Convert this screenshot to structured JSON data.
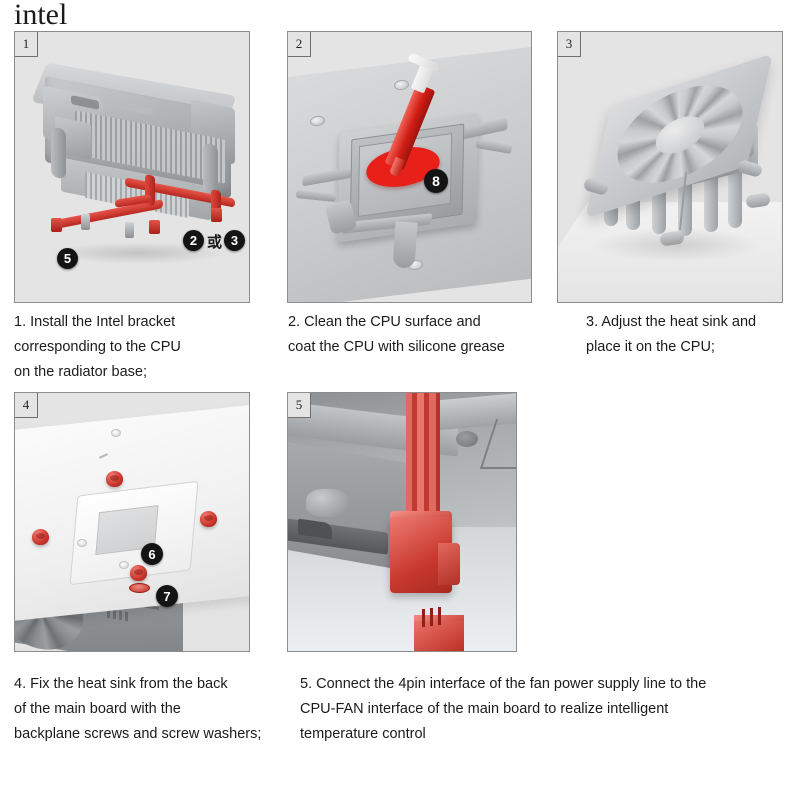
{
  "brand": "intel",
  "panels": [
    {
      "number": "1",
      "name": "install-intel-bracket",
      "callouts": [
        "2",
        "3",
        "5"
      ],
      "or_label": "或",
      "caption": "1. Install the Intel bracket\ncorresponding to the CPU\non the radiator base;"
    },
    {
      "number": "2",
      "name": "apply-thermal-paste",
      "callouts": [
        "8"
      ],
      "caption": "2. Clean the CPU surface and\ncoat the CPU with silicone grease"
    },
    {
      "number": "3",
      "name": "place-heat-sink",
      "callouts": [],
      "caption": "3. Adjust the heat sink and\nplace it on the CPU;"
    },
    {
      "number": "4",
      "name": "fix-backplate-screws",
      "callouts": [
        "6",
        "7"
      ],
      "caption": "4. Fix the heat sink from the back\nof the main board with the\nbackplane screws and screw washers;"
    },
    {
      "number": "5",
      "name": "connect-4pin-fan-cable",
      "callouts": [],
      "caption": "5. Connect the 4pin interface of the fan power supply line to the\nCPU-FAN interface of the main board to realize intelligent\ntemperature control"
    }
  ],
  "colors": {
    "accent_red": "#e03127",
    "panel_background": "#e4e4e4",
    "panel_border": "#8c8c8c",
    "badge_background": "#141414",
    "text": "#1b1b1b"
  }
}
